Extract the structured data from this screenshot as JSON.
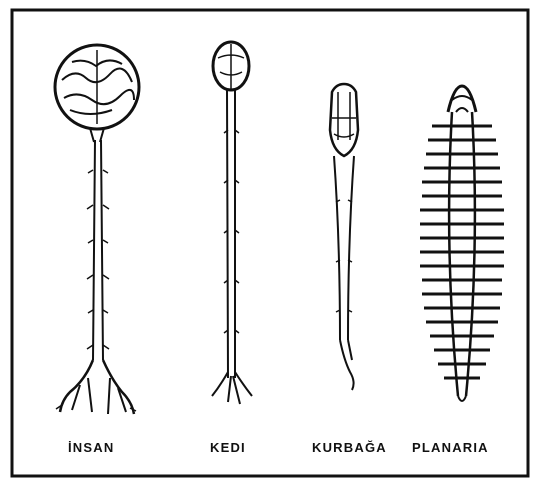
{
  "figure": {
    "labels": {
      "insan": "İNSAN",
      "kedi": "KEDI",
      "kurbaga": "KURBAĞA",
      "planaria": "PLANARIA"
    },
    "colors": {
      "ink": "#111111",
      "paper": "#ffffff"
    }
  }
}
